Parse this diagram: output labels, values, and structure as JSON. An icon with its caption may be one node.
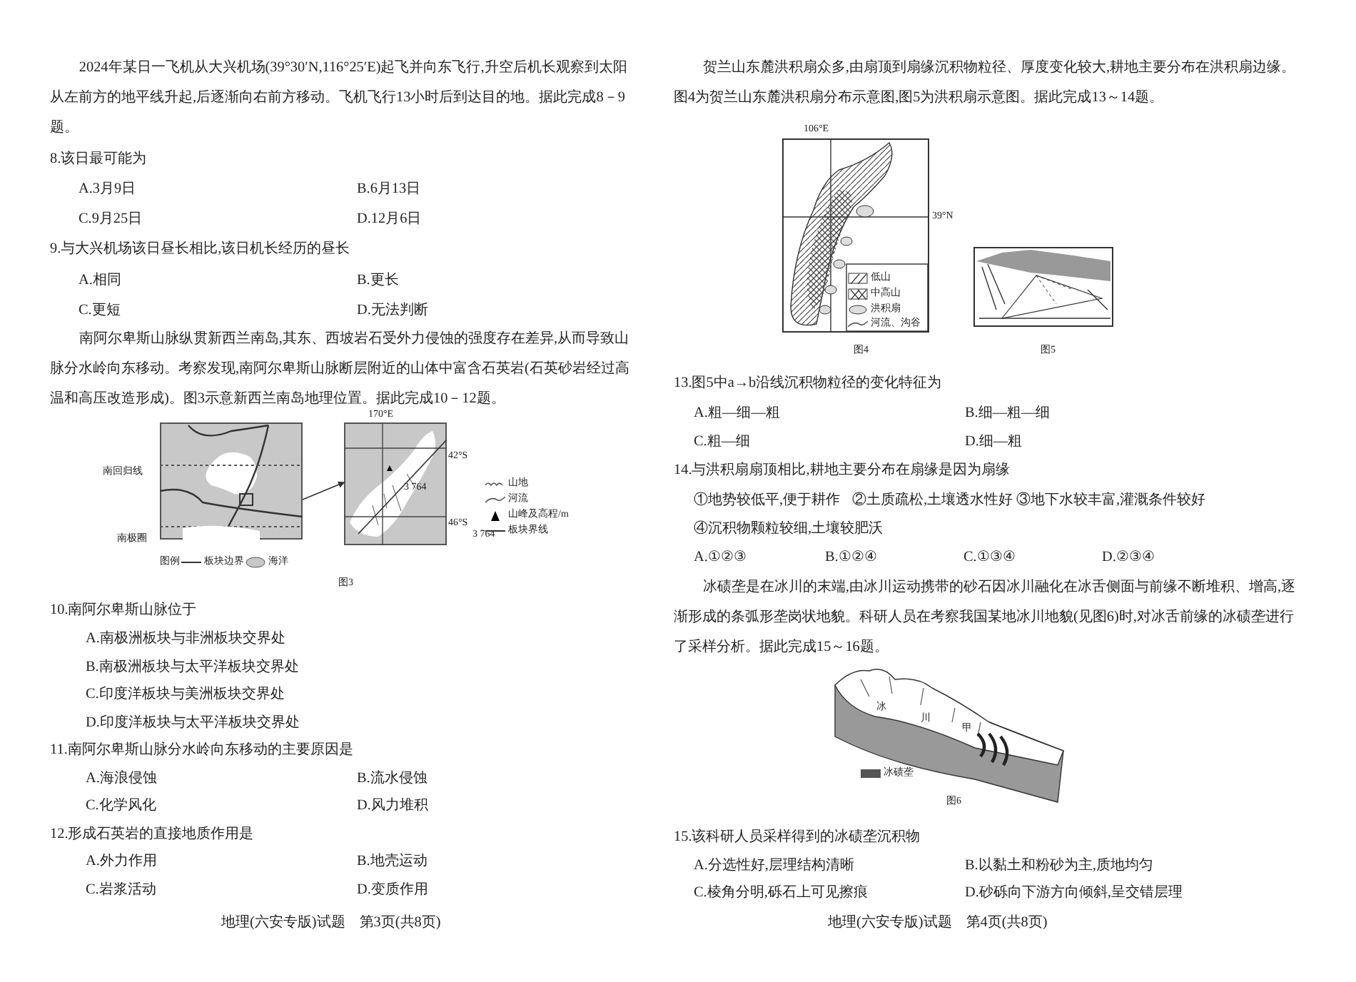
{
  "diagram": {
    "nodes": [
      {
        "text": [],
        "shape": "picture"
      },
      {
        "text": [],
        "shape": "picture"
      }
    ],
    "edges": [
      {
        "from": 0,
        "to": 1,
        "arrow": "to"
      }
    ],
    "labels": [
      "2024年某日一飞机从大兴机场(39°30′N,116°25′E)起飞并向东飞行,升空后机长观察到太阳从左前方的地平线升起,后逐渐向右前方移动。飞机飞行13小时后到达目的地。据此完成8－9题。",
      "8.该日最可能为",
      "A.3月9日",
      "B.6月13日",
      "C.9月25日",
      "D.12月6日",
      "9.与大兴机场该日昼长相比,该日机长经历的昼长",
      "A.相同",
      "B.更长",
      "C.更短",
      "D.无法判断",
      "南阿尔卑斯山脉纵贯新西兰南岛,其东、西坡岩石受外力侵蚀的强度存在差异,从而导致山脉分水岭向东移动。考察发现,南阿尔卑斯山脉断层附近的山体中富含石英岩(石英砂岩经过高温和高压改造形成)。图3示意新西兰南岛地理位置。据此完成10－12题。",
      "南回归线",
      "南极圈",
      "图例",
      "170°E",
      "42°S",
      "46°S",
      "3 764",
      "3 764",
      "图3",
      "10.南阿尔卑斯山脉位于",
      "A.南极洲板块与非洲板块交界处",
      "B.南极洲板块与太平洋板块交界处",
      "C.印度洋板块与美洲板块交界处",
      "D.印度洋板块与太平洋板块交界处",
      "11.南阿尔卑斯山脉分水岭向东移动的主要原因是",
      "A.海浪侵蚀",
      "B.流水侵蚀",
      "C.化学风化",
      "D.风力堆积",
      "12.形成石英岩的直接地质作用是",
      "A.外力作用",
      "B.地壳运动",
      "C.岩浆活动",
      "D.变质作用",
      "地理(六安专版)试题　第3页(共8页)",
      "贺兰山东麓洪积扇众多,由扇顶到扇缘沉积物粒径、厚度变化较大,耕地主要分布在洪积扇边缘。图4为贺兰山东麓洪积扇分布示意图,图5为洪积扇示意图。据此完成13～14题。",
      "106°E",
      "39°N",
      "图4",
      "图5",
      "13.图5中a→b沿线沉积物粒径的变化特征为",
      "A.粗—细—粗",
      "B.细—粗—细",
      "C.粗—细",
      "D.细—粗",
      "14.与洪积扇扇顶相比,耕地主要分布在扇缘是因为扇缘",
      "①地势较低平,便于耕作",
      "②土质疏松,土壤透水性好",
      "③地下水较丰富,灌溉条件较好",
      "④沉积物颗粒较细,土壤较肥沃",
      "A.①②③",
      "B.①②④",
      "C.①③④",
      "D.②③④",
      "冰碛垄是在冰川的末端,由冰川运动携带的砂石因冰川融化在冰舌侧面与前缘不断堆积、增高,逐渐形成的条弧形垄岗状地貌。科研人员在考察我国某地冰川地貌(见图6)时,对冰舌前缘的冰碛垄进行了采样分析。据此完成15～16题。",
      "冰",
      "川",
      "甲",
      "图6",
      "15.该科研人员采样得到的冰碛垄沉积物",
      "A.分选性好,层理结构清晰",
      "B.以黏土和粉砂为主,质地均匀",
      "C.棱角分明,砾石上可见擦痕",
      "D.砂砾向下游方向倾斜,呈交错层理",
      "地理(六安专版)试题　第4页(共8页)"
    ],
    "legend": [
      {
        "text": "板块边界"
      },
      {
        "text": "海洋",
        "color": "#c8c8c8"
      },
      {
        "text": "山地"
      },
      {
        "text": "河流"
      },
      {
        "text": "山峰及高程/m"
      },
      {
        "text": "板块界线"
      },
      {
        "text": "低山"
      },
      {
        "text": "中高山"
      },
      {
        "text": "洪积扇"
      },
      {
        "text": "河流、沟谷"
      },
      {
        "text": "冰碛垄"
      }
    ]
  }
}
